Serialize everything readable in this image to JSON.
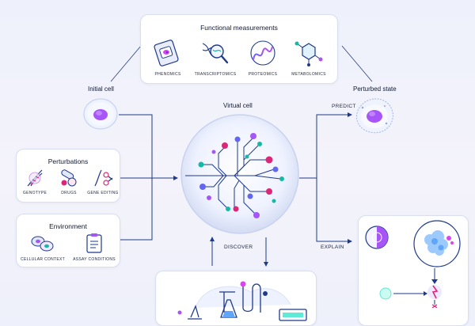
{
  "functional": {
    "title": "Functional measurements",
    "items": [
      {
        "label": "PHENOMICS",
        "icon": "phenomics-slide-icon"
      },
      {
        "label": "TRANSCRIPTOMICS",
        "icon": "dna-magnifier-icon"
      },
      {
        "label": "PROTEOMICS",
        "icon": "protein-helix-icon"
      },
      {
        "label": "METABOLOMICS",
        "icon": "molecule-hexagon-icon"
      }
    ]
  },
  "initial_cell": {
    "label": "Initial cell"
  },
  "perturbed": {
    "label": "Perturbed state"
  },
  "virtual_cell": {
    "label": "Virtual cell"
  },
  "perturbations": {
    "title": "Perturbations",
    "items": [
      {
        "label": "GENOTYPE",
        "icon": "dna-strand-icon"
      },
      {
        "label": "DRUGS",
        "icon": "pills-icon"
      },
      {
        "label": "GENE EDITING",
        "icon": "scissors-dna-icon"
      }
    ]
  },
  "environment": {
    "title": "Environment",
    "items": [
      {
        "label": "CELLULAR CONTEXT",
        "icon": "cells-icon"
      },
      {
        "label": "ASSAY CONDITIONS",
        "icon": "clipboard-icon"
      }
    ]
  },
  "arrows": {
    "predict": "PREDICT",
    "explain": "EXPLAIN",
    "discover": "DISCOVER"
  },
  "colors": {
    "primary": "#1e3a8a",
    "accent_purple": "#8b5cf6",
    "accent_teal": "#14b8a6",
    "accent_pink": "#db2777"
  }
}
